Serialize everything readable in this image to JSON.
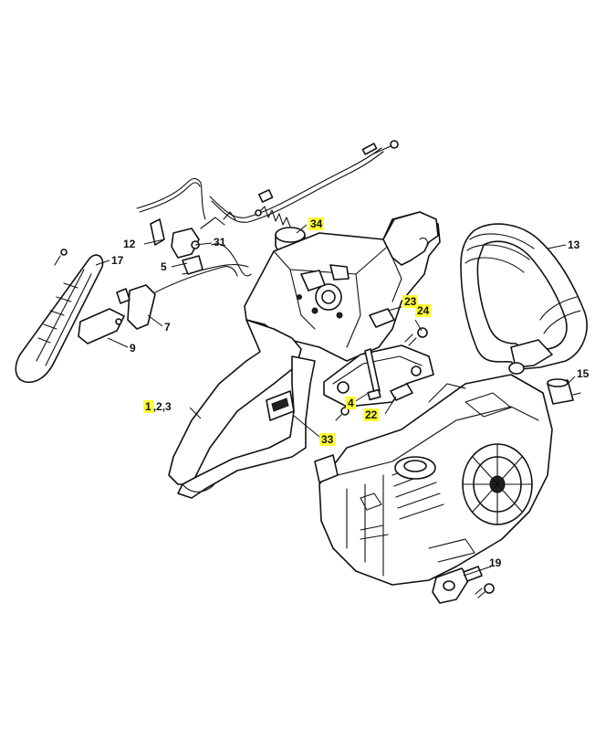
{
  "highlight_color": "#ffff33",
  "callouts": {
    "c34": {
      "text": "34",
      "highlighted": true
    },
    "c12": {
      "text": "12",
      "highlighted": false
    },
    "c31": {
      "text": "31",
      "highlighted": false
    },
    "c17": {
      "text": "17",
      "highlighted": false
    },
    "c5": {
      "text": "5",
      "highlighted": false
    },
    "c13": {
      "text": "13",
      "highlighted": false
    },
    "c7": {
      "text": "7",
      "highlighted": false
    },
    "c9": {
      "text": "9",
      "highlighted": false
    },
    "c23": {
      "text": "23",
      "highlighted": true
    },
    "c24": {
      "text": "24",
      "highlighted": true
    },
    "c15": {
      "text": "15",
      "highlighted": false
    },
    "c1": {
      "text": "1",
      "highlighted": true
    },
    "c23_suffix": {
      "text": ",2,3",
      "highlighted": false
    },
    "c4": {
      "text": "4",
      "highlighted": true
    },
    "c22": {
      "text": "22",
      "highlighted": true
    },
    "c33": {
      "text": "33",
      "highlighted": true
    },
    "c19": {
      "text": "19",
      "highlighted": false
    }
  }
}
